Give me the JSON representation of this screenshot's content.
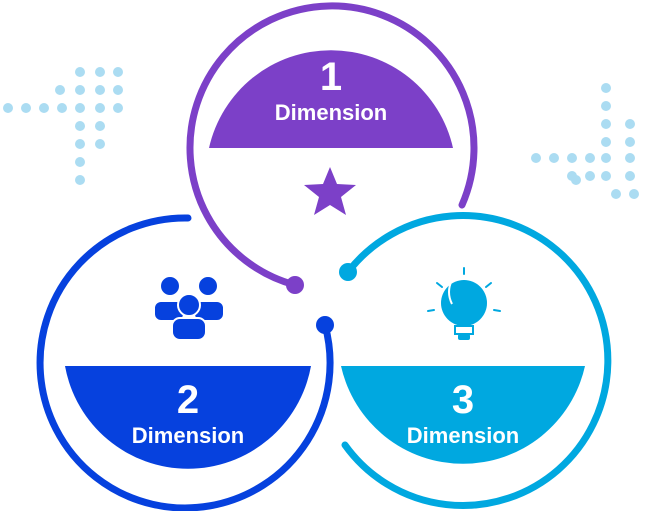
{
  "colors": {
    "purple": "#7c40c8",
    "blue": "#0641de",
    "cyan": "#00a8e0",
    "dots": "#abdcf2"
  },
  "items": [
    {
      "number": "1",
      "label": "Dimension",
      "icon": "star-icon"
    },
    {
      "number": "2",
      "label": "Dimension",
      "icon": "people-icon"
    },
    {
      "number": "3",
      "label": "Dimension",
      "icon": "lightbulb-icon"
    }
  ]
}
